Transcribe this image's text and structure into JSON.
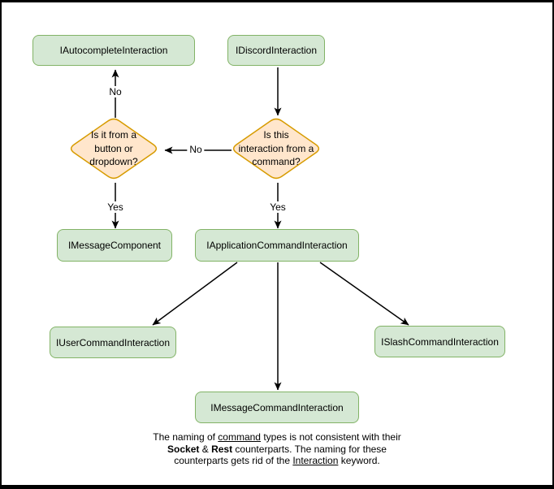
{
  "colors": {
    "node_fill": "#d5e8d4",
    "node_border": "#82b366",
    "decision_fill": "#ffe6cc",
    "decision_border": "#d79b00",
    "edge": "#000000",
    "background": "#ffffff"
  },
  "nodes": {
    "autocomplete_interaction": "IAutocompleteInteraction",
    "discord_interaction": "IDiscordInteraction",
    "message_component": "IMessageComponent",
    "application_command_interaction": "IApplicationCommandInteraction",
    "user_command_interaction": "IUserCommandInteraction",
    "slash_command_interaction": "ISlashCommandInteraction",
    "message_command_interaction": "IMessageCommandInteraction"
  },
  "decisions": {
    "button_or_dropdown": "Is it from a\nbutton or\ndropdown?",
    "from_command": "Is this\ninteraction from a\ncommand?"
  },
  "edge_labels": {
    "no_to_autocomplete": "No",
    "no_to_button_dropdown": "No",
    "yes_to_message_component": "Yes",
    "yes_to_application_command": "Yes"
  },
  "note": {
    "line1": [
      "The naming of ",
      "command",
      " types is not consistent with their"
    ],
    "line2": [
      "Socket",
      " & ",
      "Rest",
      " counterparts. The naming for these"
    ],
    "line3": [
      "counterparts gets rid of the ",
      "Interaction",
      " keyword."
    ]
  }
}
